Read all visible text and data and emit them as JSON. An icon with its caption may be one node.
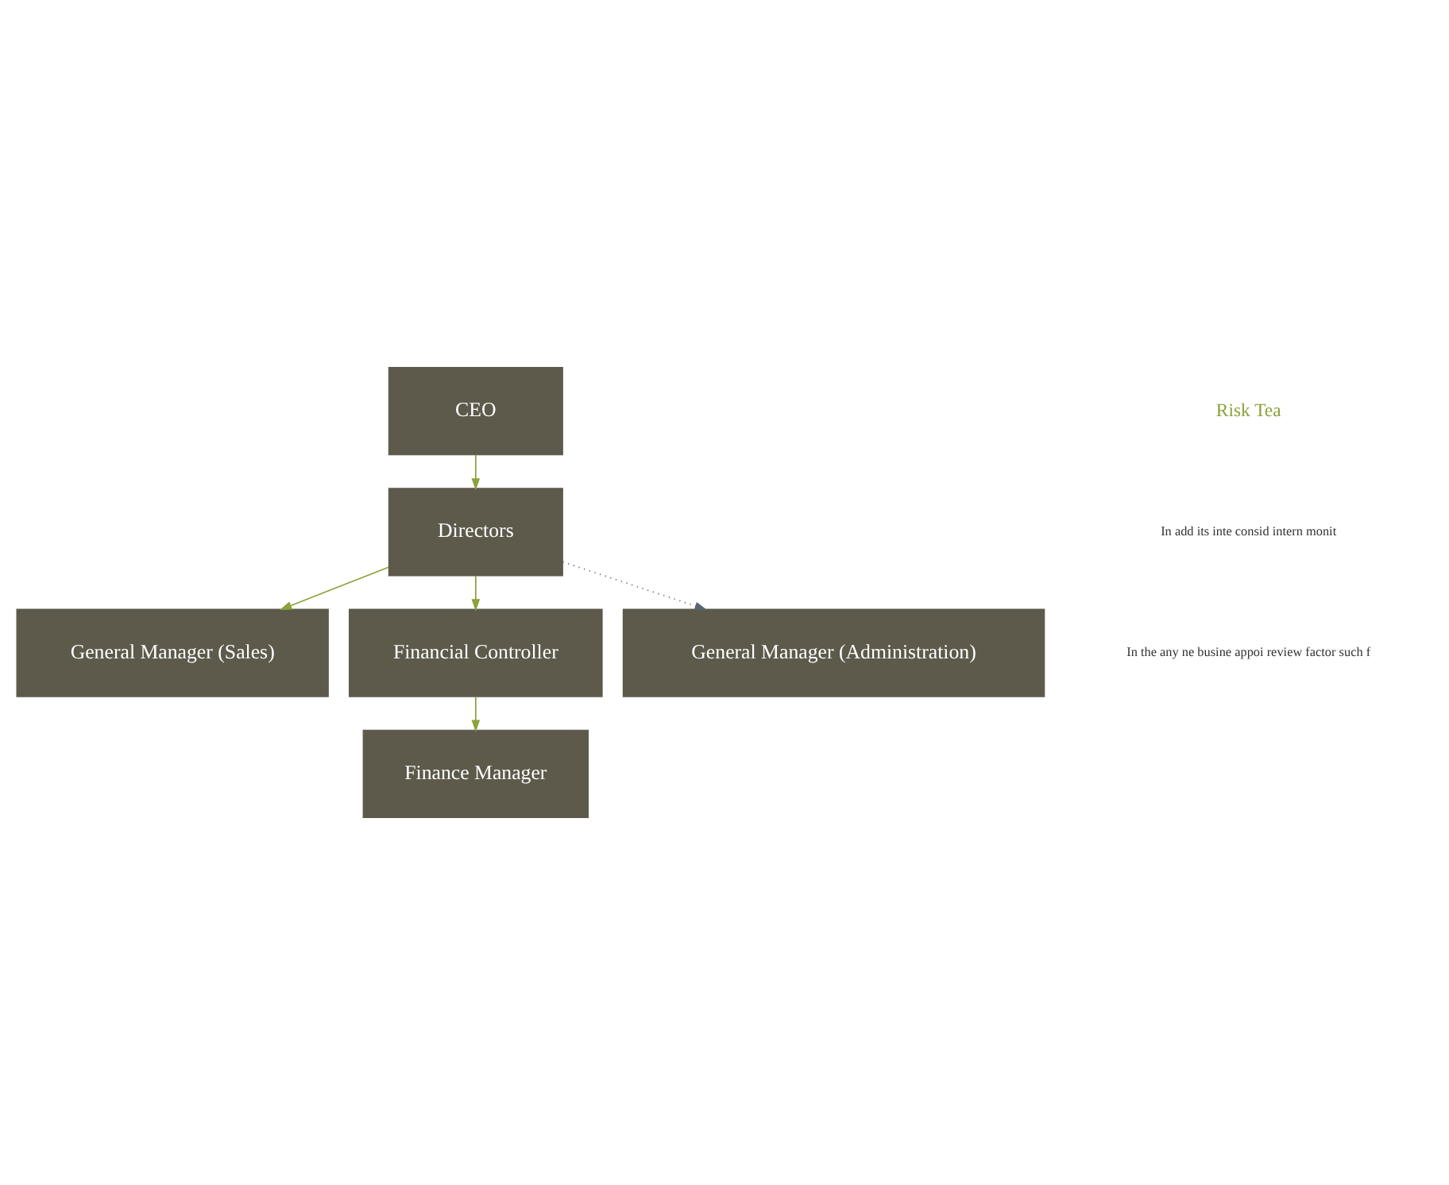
{
  "diagram": {
    "nodes": [
      {
        "text": [
          "CEO"
        ]
      },
      {
        "text": [
          "Directors"
        ]
      },
      {
        "text": [
          "General Manager (Sales)"
        ]
      },
      {
        "text": [
          "Financial Controller"
        ]
      },
      {
        "text": [
          "Finance Manager"
        ]
      },
      {
        "text": [
          "General Manager (Administration)"
        ]
      }
    ],
    "edges": [
      {
        "from": 0,
        "to": 1,
        "arrow": "to"
      },
      {
        "from": 1,
        "to": 2,
        "arrow": "to"
      },
      {
        "from": 1,
        "to": 3,
        "arrow": "to"
      },
      {
        "from": 3,
        "to": 4,
        "arrow": "to"
      },
      {
        "from": 1,
        "to": 5,
        "arrow": "to",
        "style": "dashed",
        "color": "#5b6670"
      }
    ],
    "labels": [
      "Risk Tea",
      "In add its inte consid intern monit",
      "In the any ne busine appoi review factor such f"
    ]
  }
}
